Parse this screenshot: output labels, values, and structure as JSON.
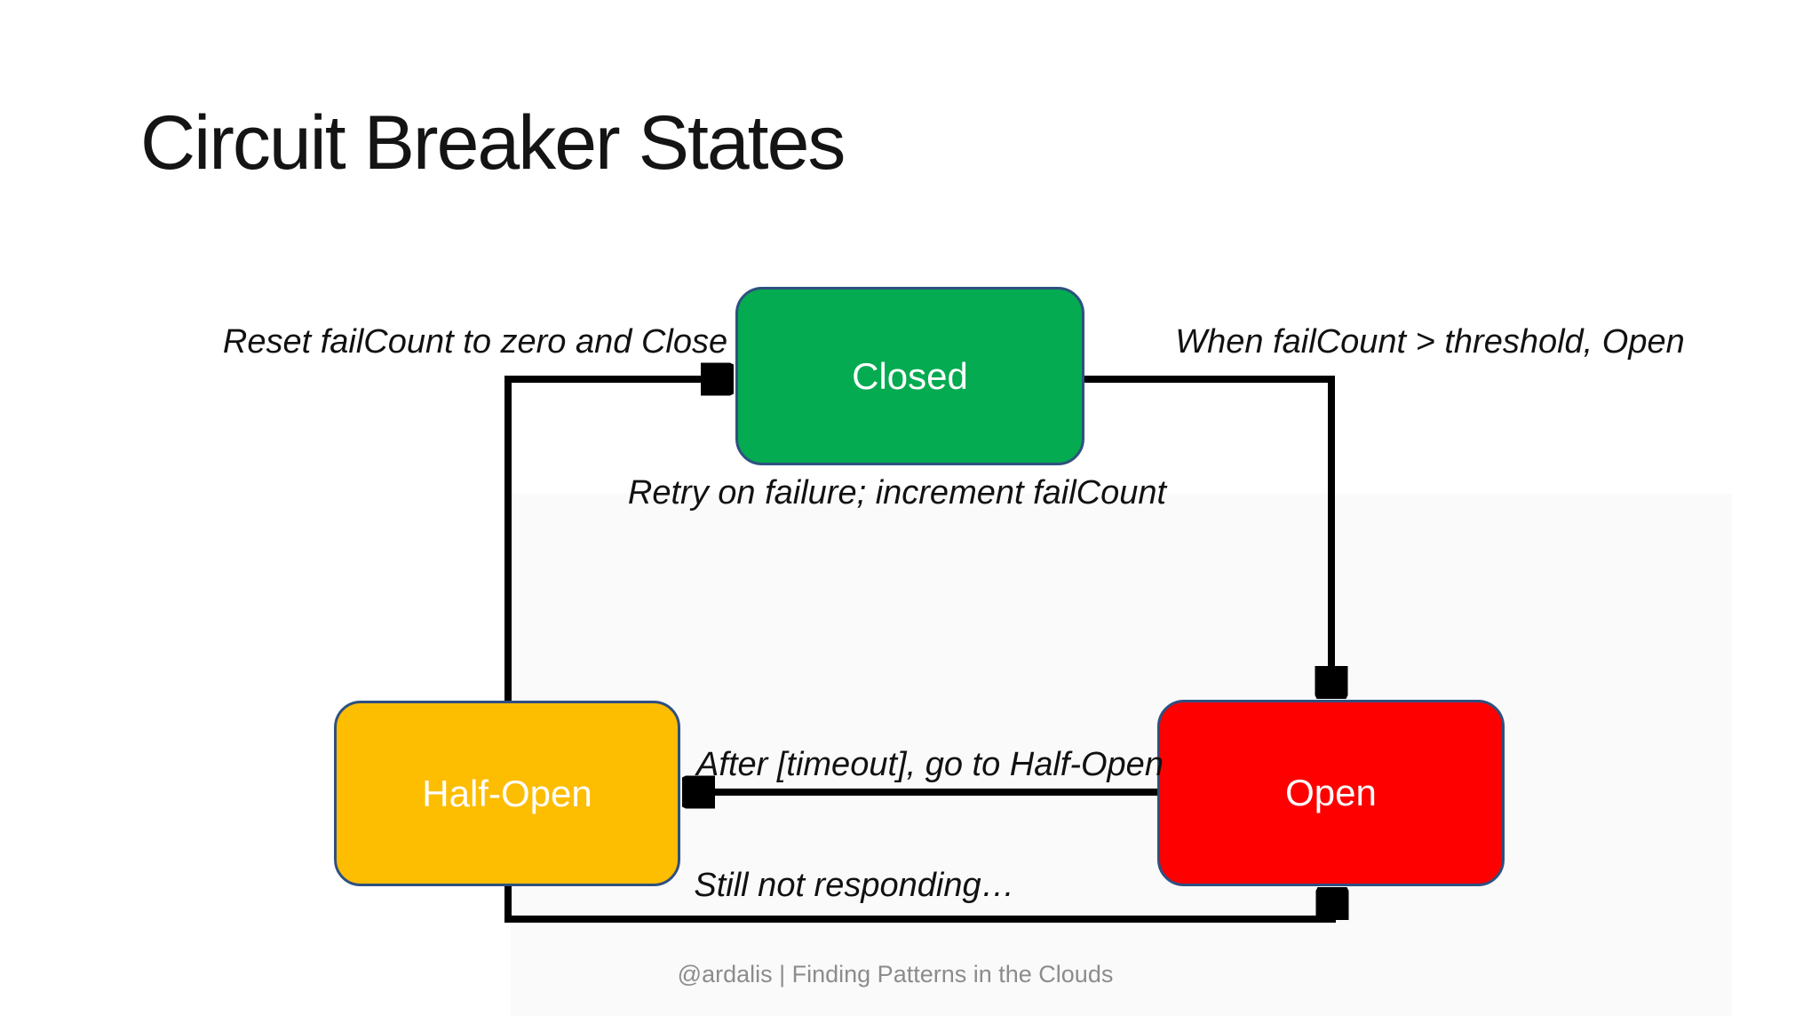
{
  "slide": {
    "title": "Circuit Breaker States",
    "footer": "@ardalis | Finding Patterns in the Clouds"
  },
  "diagram": {
    "states": {
      "closed": {
        "label": "Closed"
      },
      "half_open": {
        "label": "Half-Open"
      },
      "open": {
        "label": "Open"
      }
    },
    "transitions": {
      "reset": {
        "from": "Half-Open",
        "to": "Closed",
        "label": "Reset failCount to zero and Close"
      },
      "threshold": {
        "from": "Closed",
        "to": "Open",
        "label": "When failCount > threshold, Open"
      },
      "retry": {
        "from": "Closed",
        "to": "Closed",
        "label": "Retry on failure; increment failCount"
      },
      "timeout": {
        "from": "Open",
        "to": "Half-Open",
        "label": "After [timeout], go to Half-Open"
      },
      "no_response": {
        "from": "Half-Open",
        "to": "Open",
        "label": "Still not responding…"
      }
    }
  },
  "colors": {
    "state-closed": "#04ab50",
    "state-half-open": "#fdbd00",
    "state-open": "#fe0000",
    "shape-border": "#2e5080",
    "connector": "#000000",
    "title-text": "#141414",
    "label-text": "#111111",
    "footer-text": "#8c8c8c",
    "background": "#ffffff"
  }
}
